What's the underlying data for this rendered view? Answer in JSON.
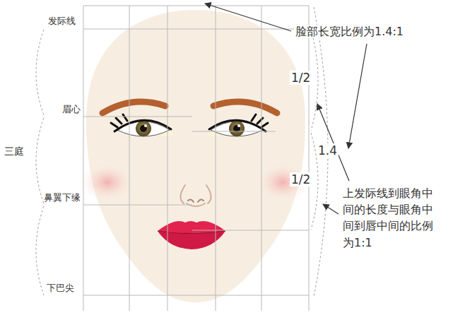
{
  "diagram": {
    "labels": [
      "发际线",
      "眉心",
      "三庭",
      "鼻翼下缘",
      "下巴尖",
      "1/2",
      "1/2",
      "1.4",
      "脸部长宽比例为1.4:1",
      "上发际线到眼角中间的长度与眼角中间到唇中间的比例为1:1"
    ]
  }
}
